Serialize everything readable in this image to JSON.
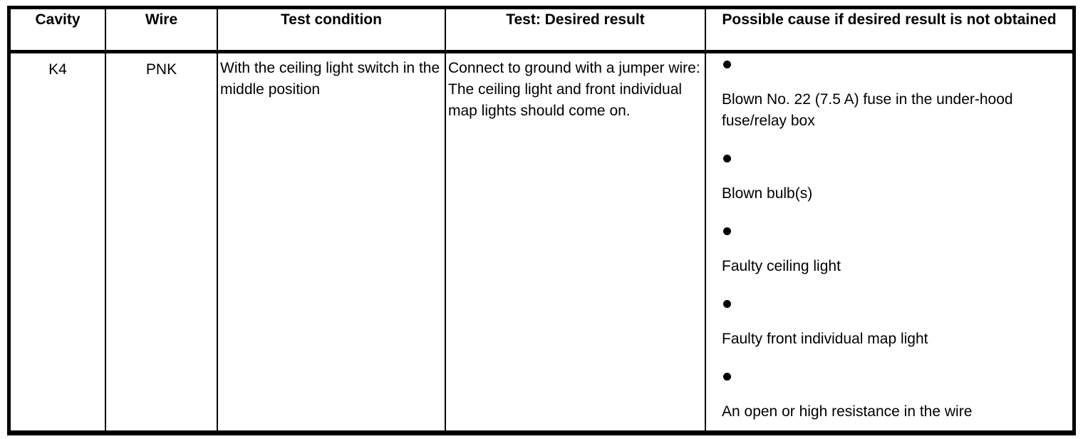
{
  "table": {
    "columns": [
      {
        "label": "Cavity"
      },
      {
        "label": "Wire"
      },
      {
        "label": "Test condition"
      },
      {
        "label": "Test: Desired result"
      },
      {
        "label": "Possible cause if desired result is not obtained"
      }
    ],
    "rows": [
      {
        "cavity": "K4",
        "wire": "PNK",
        "test_condition": "With the ceiling light switch in the middle position",
        "desired_result": {
          "instruction": "Connect to ground with a jumper wire:",
          "expected": "The ceiling light and front individual map lights should come on."
        },
        "possible_causes": [
          "Blown No. 22 (7.5 A) fuse in the under-hood fuse/relay box",
          "Blown bulb(s)",
          "Faulty ceiling light",
          "Faulty front individual map light",
          "An open or high resistance in the wire"
        ]
      }
    ]
  }
}
